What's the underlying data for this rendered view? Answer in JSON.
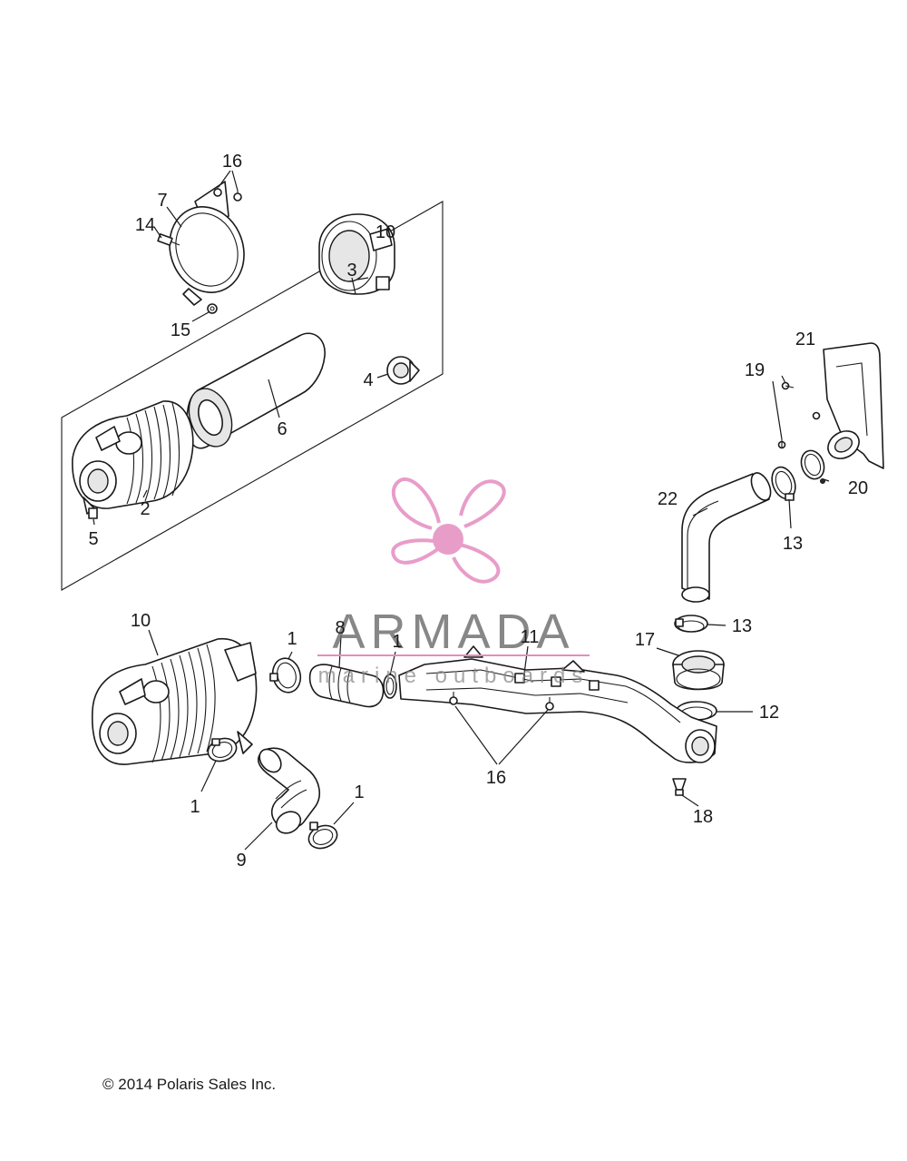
{
  "callouts": [
    {
      "id": "c16a",
      "text": "16"
    },
    {
      "id": "c7",
      "text": "7"
    },
    {
      "id": "c14",
      "text": "14"
    },
    {
      "id": "c15",
      "text": "15"
    },
    {
      "id": "c10a",
      "text": "10"
    },
    {
      "id": "c3",
      "text": "3"
    },
    {
      "id": "c4",
      "text": "4"
    },
    {
      "id": "c6",
      "text": "6"
    },
    {
      "id": "c2",
      "text": "2"
    },
    {
      "id": "c5",
      "text": "5"
    },
    {
      "id": "c21",
      "text": "21"
    },
    {
      "id": "c19",
      "text": "19"
    },
    {
      "id": "c20",
      "text": "20"
    },
    {
      "id": "c22",
      "text": "22"
    },
    {
      "id": "c13a",
      "text": "13"
    },
    {
      "id": "c13b",
      "text": "13"
    },
    {
      "id": "c17",
      "text": "17"
    },
    {
      "id": "c12",
      "text": "12"
    },
    {
      "id": "c10b",
      "text": "10"
    },
    {
      "id": "c8",
      "text": "8"
    },
    {
      "id": "c1a",
      "text": "1"
    },
    {
      "id": "c1b",
      "text": "1"
    },
    {
      "id": "c11",
      "text": "11"
    },
    {
      "id": "c1c",
      "text": "1"
    },
    {
      "id": "c1d",
      "text": "1"
    },
    {
      "id": "c9",
      "text": "9"
    },
    {
      "id": "c16b",
      "text": "16"
    },
    {
      "id": "c18",
      "text": "18"
    }
  ],
  "watermark": {
    "brand": "ARMADA",
    "tagline": "marine outboards",
    "color": "#e48cc0"
  },
  "copyright": "© 2014 Polaris Sales Inc."
}
